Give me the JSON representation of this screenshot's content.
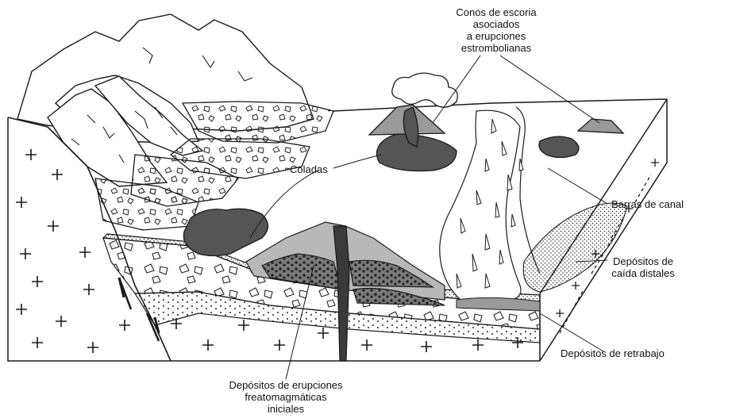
{
  "labels": {
    "conos": "Conos de escoria\nasociados\na erupciones\nestrombolianas",
    "coladas": "Coladas",
    "barras": "Barras de canal",
    "caida": "Depósitos de\ncaída distales",
    "retrabajo": "Depósitos de retrabajo",
    "freato": "Depósitos de erupciones\nfreatomagmáticas\niniciales"
  },
  "colors": {
    "lava": "#555555",
    "cone_light": "#b8b8b8",
    "cone_mid": "#8a8a8a",
    "conduit": "#3a3a3a",
    "line": "#1a1a1a"
  }
}
